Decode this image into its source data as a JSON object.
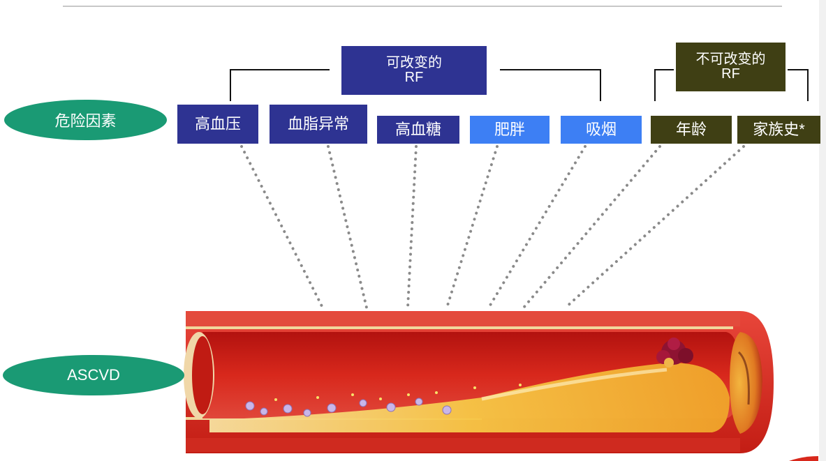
{
  "modifiable_header": [
    "可改变的",
    "RF"
  ],
  "nonmodifiable_header": [
    "不可改变的",
    "RF"
  ],
  "labels": {
    "risk_factors": "危险因素",
    "outcome": "ASCVD"
  },
  "risk_factors": [
    {
      "label": "高血压",
      "group": "modifiable"
    },
    {
      "label": "血脂异常",
      "group": "modifiable"
    },
    {
      "label": "高血糖",
      "group": "modifiable"
    },
    {
      "label": "肥胖",
      "group": "modifiable"
    },
    {
      "label": "吸烟",
      "group": "modifiable"
    },
    {
      "label": "年龄",
      "group": "nonmodifiable"
    },
    {
      "label": "家族史*",
      "group": "nonmodifiable"
    }
  ],
  "colors": {
    "pill": "#1a9a74",
    "navy": "#2e3392",
    "blue": "#3d7ff4",
    "olive": "#3f3f14",
    "artery_red": "#d8281c",
    "plaque": "#f5c74a"
  },
  "icons": {
    "artery": "artery-plaque-illustration"
  }
}
